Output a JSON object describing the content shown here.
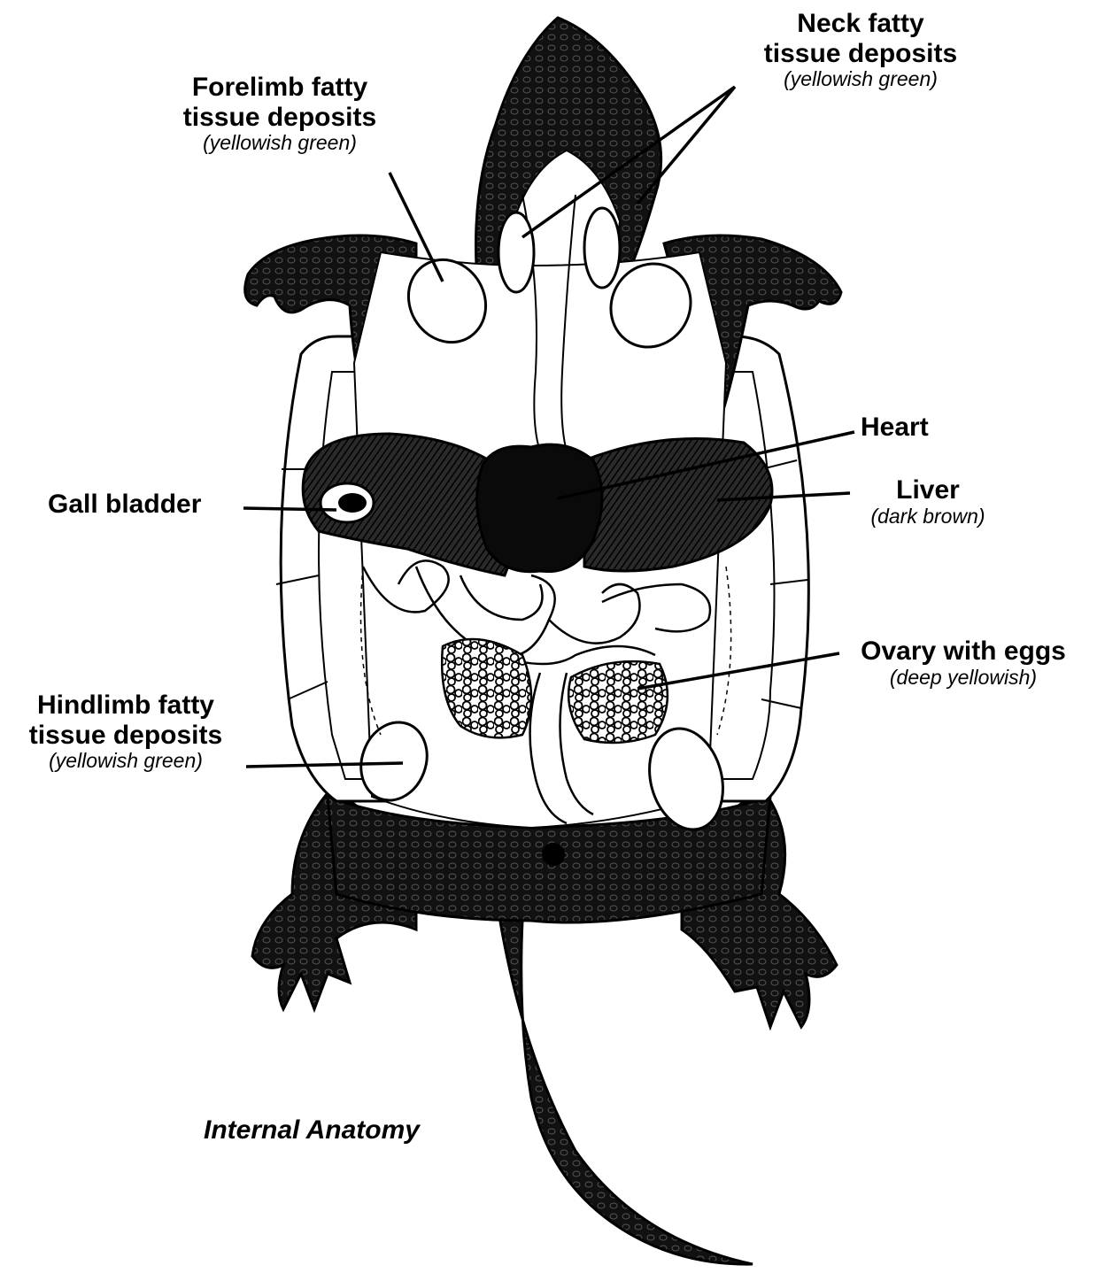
{
  "labels": {
    "forelimb": {
      "line1": "Forelimb fatty",
      "line2": "tissue deposits",
      "note": "(yellowish green)"
    },
    "neck": {
      "line1": "Neck fatty",
      "line2": "tissue deposits",
      "note": "(yellowish green)"
    },
    "heart": {
      "name": "Heart"
    },
    "gall": {
      "name": "Gall bladder"
    },
    "liver": {
      "name": "Liver",
      "note": "(dark brown)"
    },
    "ovary": {
      "name": "Ovary with eggs",
      "note": "(deep yellowish)"
    },
    "hindlimb": {
      "line1": "Hindlimb fatty",
      "line2": "tissue deposits",
      "note": "(yellowish green)"
    }
  },
  "caption": "Internal Anatomy",
  "colors": {
    "ink": "#000000",
    "dark_tissue": "#141414",
    "organ": "#1c1c1c",
    "paper": "#ffffff"
  }
}
